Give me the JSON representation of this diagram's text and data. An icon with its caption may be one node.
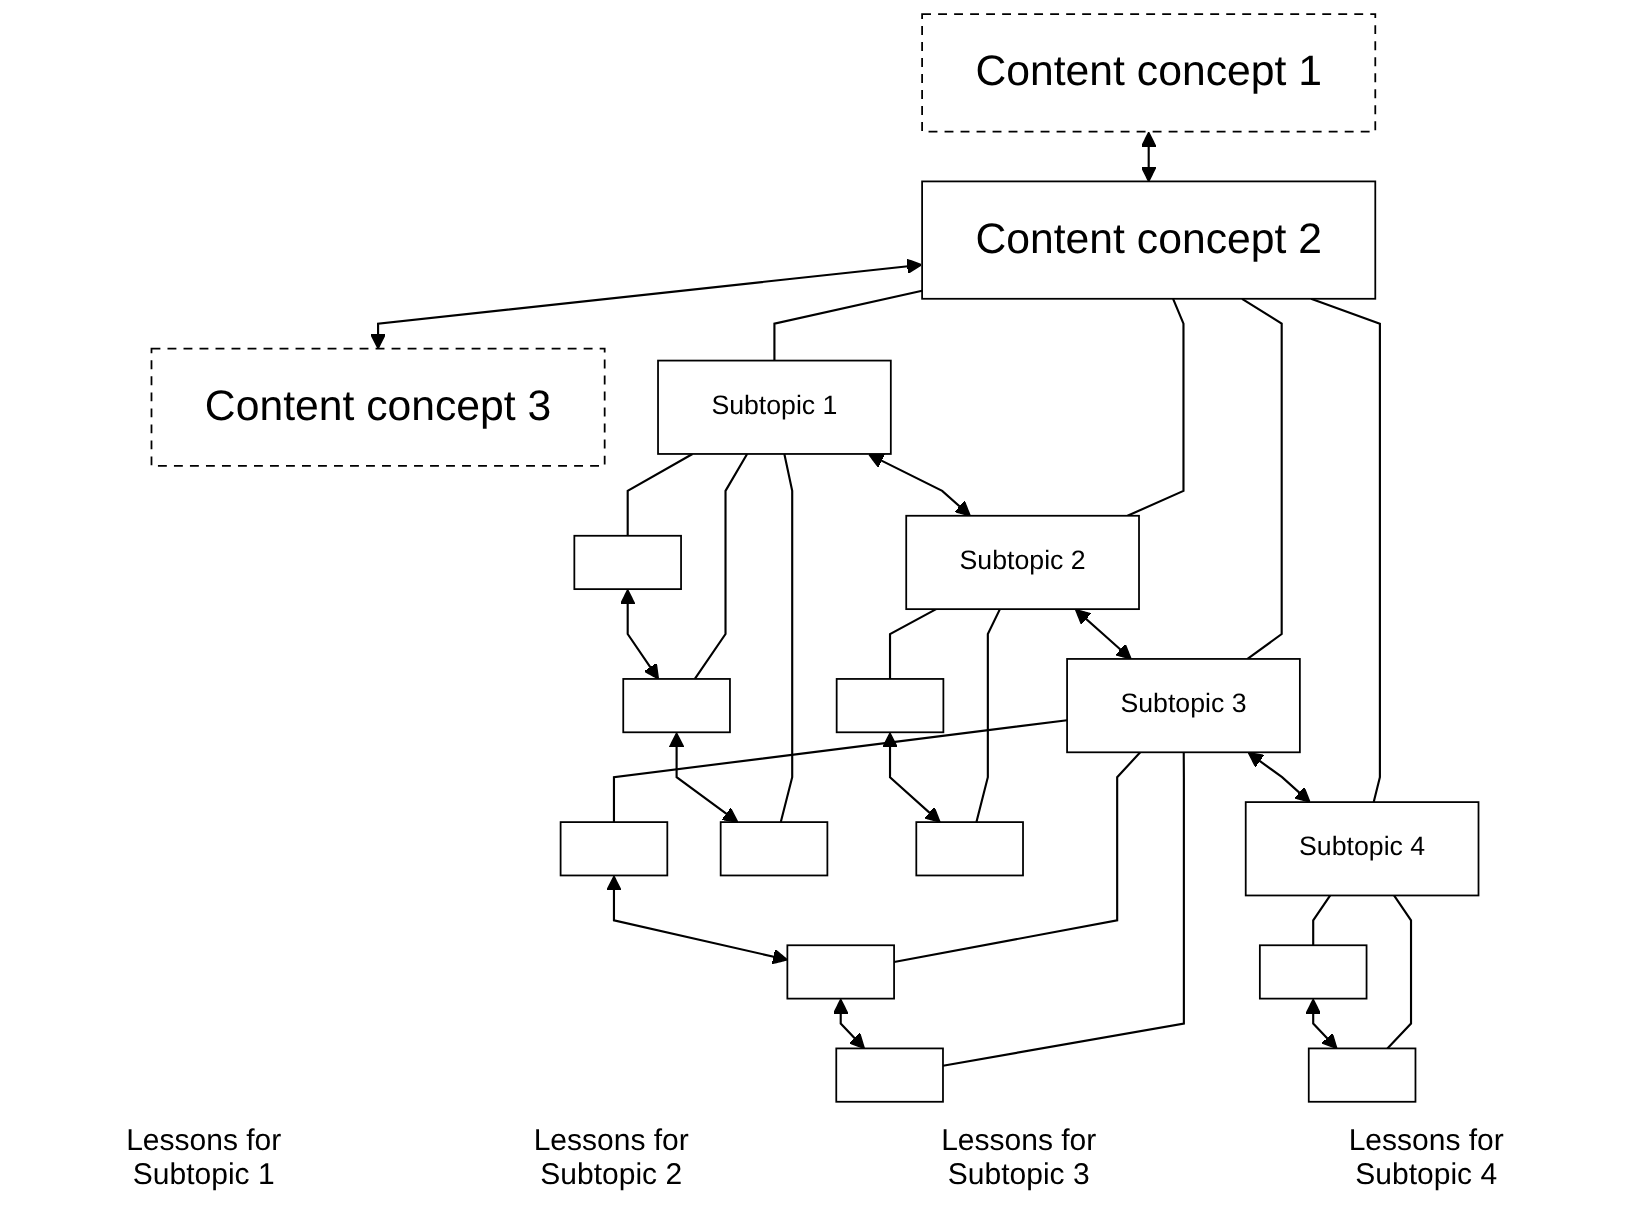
{
  "diagram": {
    "nodes": [
      {
        "text": [
          "Content concept 1"
        ]
      },
      {
        "text": [
          "Content concept 2"
        ]
      },
      {
        "text": [
          "Content concept 3"
        ]
      },
      {
        "text": [
          "Subtopic 1"
        ]
      },
      {
        "text": [
          "Subtopic 2"
        ]
      },
      {
        "text": [
          "Subtopic 3"
        ]
      },
      {
        "text": [
          "Subtopic 4"
        ]
      },
      {
        "text": [],
        "shape": "box"
      },
      {
        "text": [],
        "shape": "box"
      },
      {
        "text": [],
        "shape": "box"
      },
      {
        "text": [],
        "shape": "box"
      },
      {
        "text": [],
        "shape": "box"
      },
      {
        "text": [],
        "shape": "box"
      },
      {
        "text": [],
        "shape": "box"
      },
      {
        "text": [],
        "shape": "box"
      },
      {
        "text": [],
        "shape": "box"
      },
      {
        "text": [],
        "shape": "box"
      }
    ],
    "edges": [
      {
        "from": 0,
        "to": 1,
        "arrow": "both"
      },
      {
        "from": 1,
        "to": 2,
        "arrow": "both"
      },
      {
        "from": 1,
        "to": 3,
        "arrow": "none"
      },
      {
        "from": 1,
        "to": 4,
        "arrow": "none"
      },
      {
        "from": 1,
        "to": 5,
        "arrow": "none"
      },
      {
        "from": 1,
        "to": 6,
        "arrow": "none"
      },
      {
        "from": 3,
        "to": 4,
        "arrow": "both"
      },
      {
        "from": 4,
        "to": 5,
        "arrow": "both"
      },
      {
        "from": 5,
        "to": 6,
        "arrow": "both"
      },
      {
        "from": 3,
        "to": 7,
        "arrow": "none"
      },
      {
        "from": 3,
        "to": 8,
        "arrow": "none"
      },
      {
        "from": 3,
        "to": 9,
        "arrow": "none"
      },
      {
        "from": 7,
        "to": 8,
        "arrow": "both"
      },
      {
        "from": 8,
        "to": 9,
        "arrow": "both"
      },
      {
        "from": 4,
        "to": 10,
        "arrow": "none"
      },
      {
        "from": 4,
        "to": 11,
        "arrow": "none"
      },
      {
        "from": 10,
        "to": 11,
        "arrow": "both"
      },
      {
        "from": 5,
        "to": 12,
        "arrow": "none"
      },
      {
        "from": 5,
        "to": 13,
        "arrow": "none"
      },
      {
        "from": 5,
        "to": 14,
        "arrow": "none"
      },
      {
        "from": 12,
        "to": 13,
        "arrow": "both"
      },
      {
        "from": 13,
        "to": 14,
        "arrow": "both"
      },
      {
        "from": 6,
        "to": 15,
        "arrow": "none"
      },
      {
        "from": 6,
        "to": 16,
        "arrow": "none"
      },
      {
        "from": 15,
        "to": 16,
        "arrow": "both"
      }
    ],
    "labels": [
      "Lessons for Subtopic 1",
      "Lessons for Subtopic 2",
      "Lessons for Subtopic 3",
      "Lessons for Subtopic 4"
    ]
  }
}
